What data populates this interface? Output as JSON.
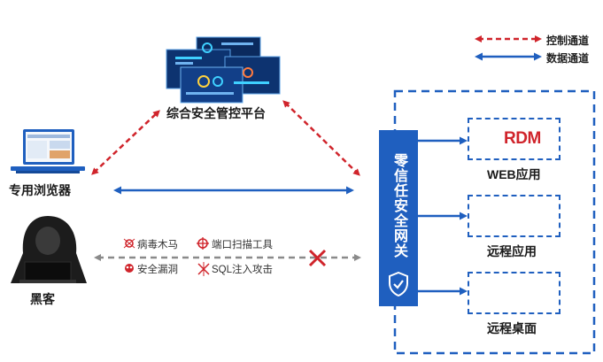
{
  "legend": {
    "control_channel": "控制通道",
    "data_channel": "数据通道"
  },
  "nodes": {
    "platform": "综合安全管控平台",
    "browser": "专用浏览器",
    "hacker": "黑客",
    "gateway": "零信任安全网关"
  },
  "apps": {
    "web": "WEB应用",
    "remote_app": "远程应用",
    "remote_desktop": "远程桌面",
    "rdm_logo": "RDM"
  },
  "threats": {
    "trojan": "病毒木马",
    "port_scan": "端口扫描工具",
    "vuln": "安全漏洞",
    "sql": "SQL注入攻击"
  },
  "colors": {
    "control": "#d0242b",
    "data": "#1f5fbf",
    "blocked": "#8a8a8a",
    "gateway": "#1f5fbf"
  }
}
